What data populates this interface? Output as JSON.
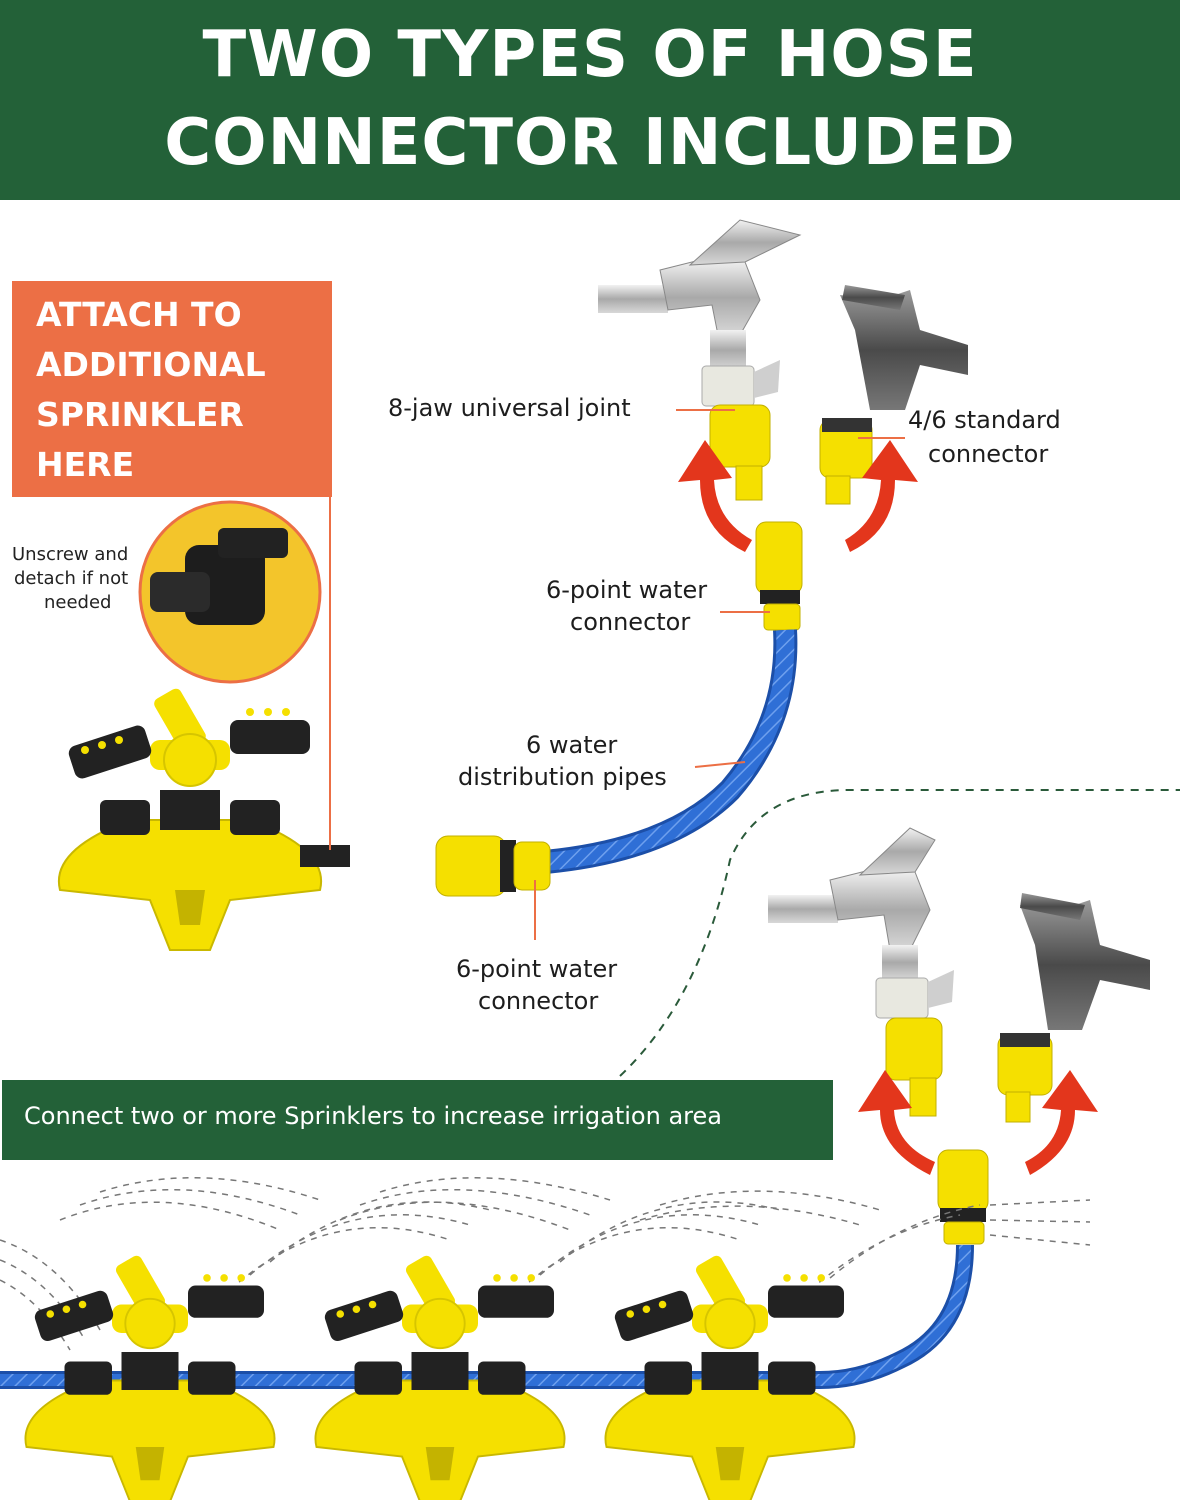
{
  "header": {
    "line1": "TWO TYPES OF HOSE",
    "line2": "CONNECTOR INCLUDED"
  },
  "attach_box": {
    "lines": [
      "ATTACH TO",
      "ADDITIONAL",
      "SPRINKLER",
      "HERE"
    ]
  },
  "callouts": {
    "unscrew": [
      "Unscrew and",
      "detach if not",
      "needed"
    ],
    "universal_joint": "8-jaw universal joint",
    "standard_connector": [
      "4/6 standard",
      "connector"
    ],
    "six_point_top": [
      "6-point water",
      "connector"
    ],
    "pipes": [
      "6 water",
      "distribution pipes"
    ],
    "six_point_bottom": [
      "6-point water",
      "connector"
    ]
  },
  "banner": {
    "text": "Connect two or more Sprinklers to increase irrigation area"
  },
  "colors": {
    "header_green": "#236138",
    "callout_orange": "#ec6f45",
    "sprinkler_yellow": "#f5e000",
    "hose_blue": "#2f6fd6",
    "arrow_red": "#e3361c"
  },
  "icons": [
    "faucet-icon",
    "sprinkler-icon",
    "hose-icon",
    "arrow-icon"
  ]
}
